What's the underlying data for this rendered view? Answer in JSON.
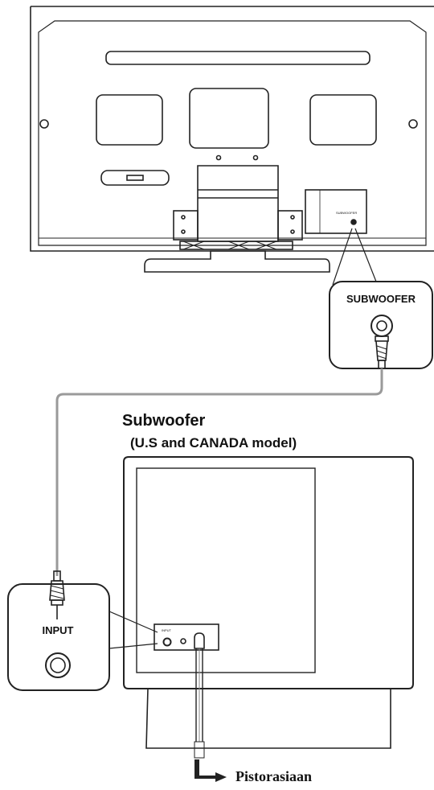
{
  "tv": {
    "subwoofer_label": "SUBWOOFER",
    "panel_tiny_label": "SUBWOOFER"
  },
  "subwoofer": {
    "title": "Subwoofer",
    "model_note": "(U.S and CANADA model)",
    "input_label": "INPUT",
    "panel_tiny_label": "INPUT"
  },
  "power": {
    "label": "Pistorasiaan"
  },
  "colors": {
    "line": "#222222",
    "cable": "#9a9a9a",
    "background": "#ffffff"
  },
  "icons": {
    "outlet_arrow": "right-arrow-icon",
    "rca_jack": "rca-jack-icon",
    "rca_plug": "rca-plug-icon"
  }
}
